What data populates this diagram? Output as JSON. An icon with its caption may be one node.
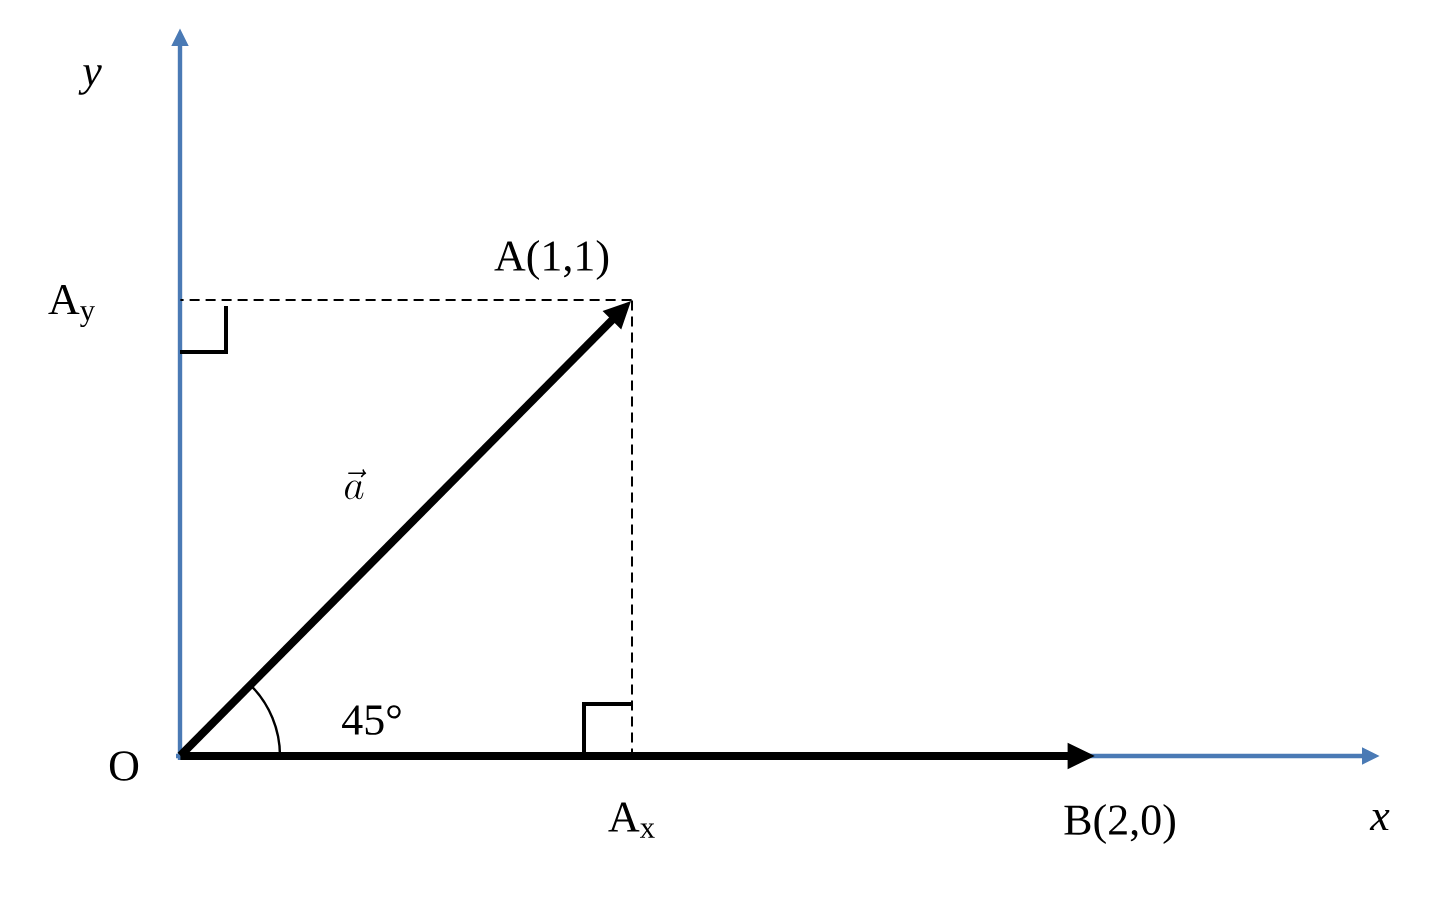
{
  "diagram": {
    "nodes": [
      {
        "text": [
          "O"
        ]
      },
      {
        "text": [
          "A(1,1)"
        ]
      },
      {
        "text": [
          "B(2,0)"
        ]
      },
      {
        "text": [
          "A$_{x}$"
        ]
      },
      {
        "text": [
          "A$_{y}$"
        ]
      }
    ],
    "edges": [
      {
        "from": 0,
        "to": 1,
        "arrow": "to",
        "label": "\\vec{a}",
        "style": "thick"
      },
      {
        "from": 0,
        "to": 2,
        "arrow": "to",
        "style": "thick"
      },
      {
        "from": 1,
        "to": 3,
        "arrow": "none",
        "style": "dashed"
      },
      {
        "from": 1,
        "to": 4,
        "arrow": "none",
        "style": "dashed"
      }
    ],
    "labels": [
      "y",
      "45°",
      "x"
    ]
  }
}
